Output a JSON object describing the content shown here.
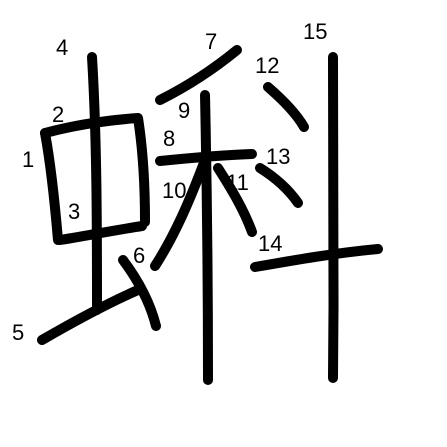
{
  "character": {
    "glyph": "蝌",
    "stroke_color": "#000000",
    "background_color": "#ffffff",
    "stroke_numbers": [
      "1",
      "2",
      "3",
      "4",
      "5",
      "6",
      "7",
      "8",
      "9",
      "10",
      "11",
      "12",
      "13",
      "14",
      "15"
    ]
  }
}
